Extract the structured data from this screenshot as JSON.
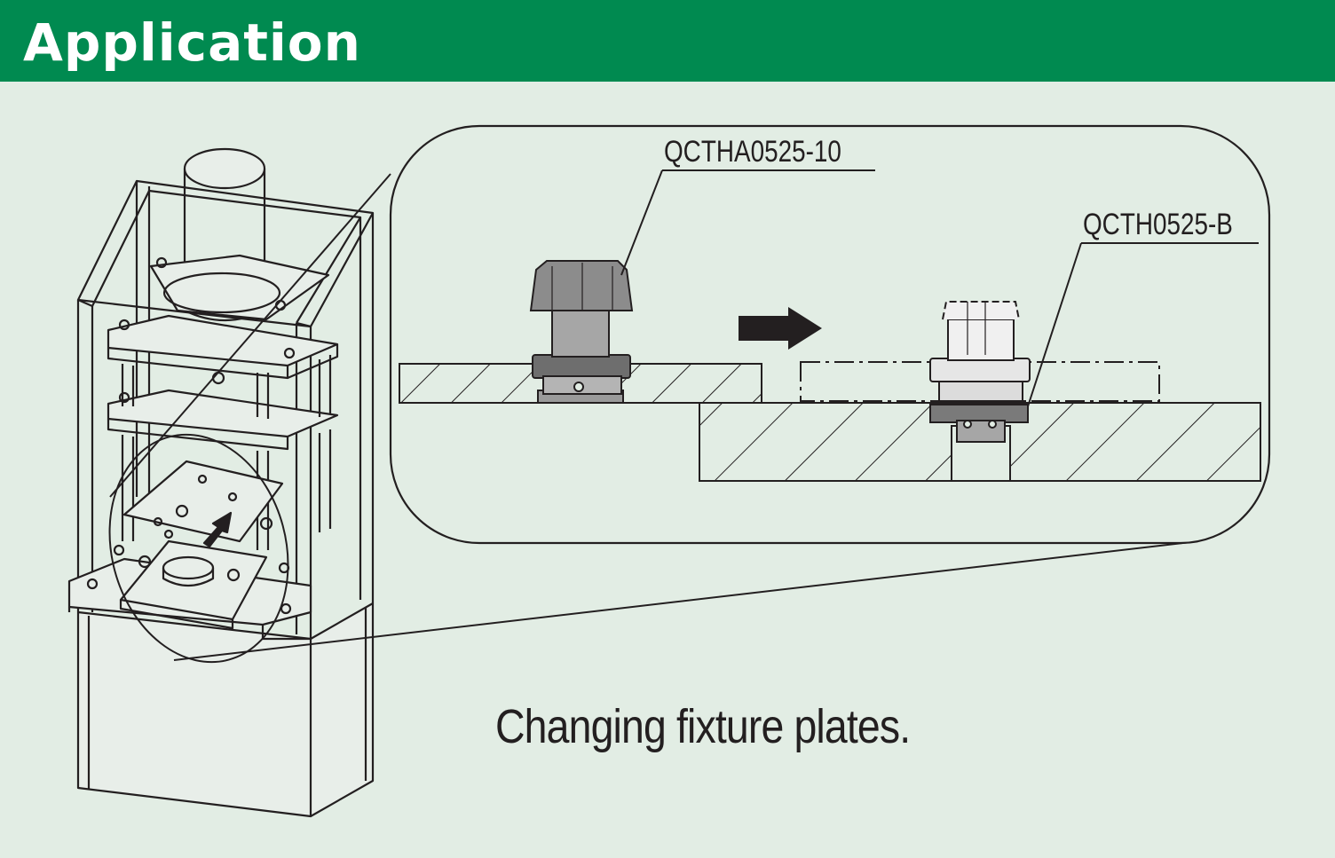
{
  "header": {
    "title": "Application"
  },
  "labels": {
    "part_a": "QCTHA0525-10",
    "part_b": "QCTH0525-B"
  },
  "caption": "Changing fixture plates.",
  "colors": {
    "header_bg": "#008a50",
    "background": "#e2ede4",
    "line": "#231f20"
  }
}
